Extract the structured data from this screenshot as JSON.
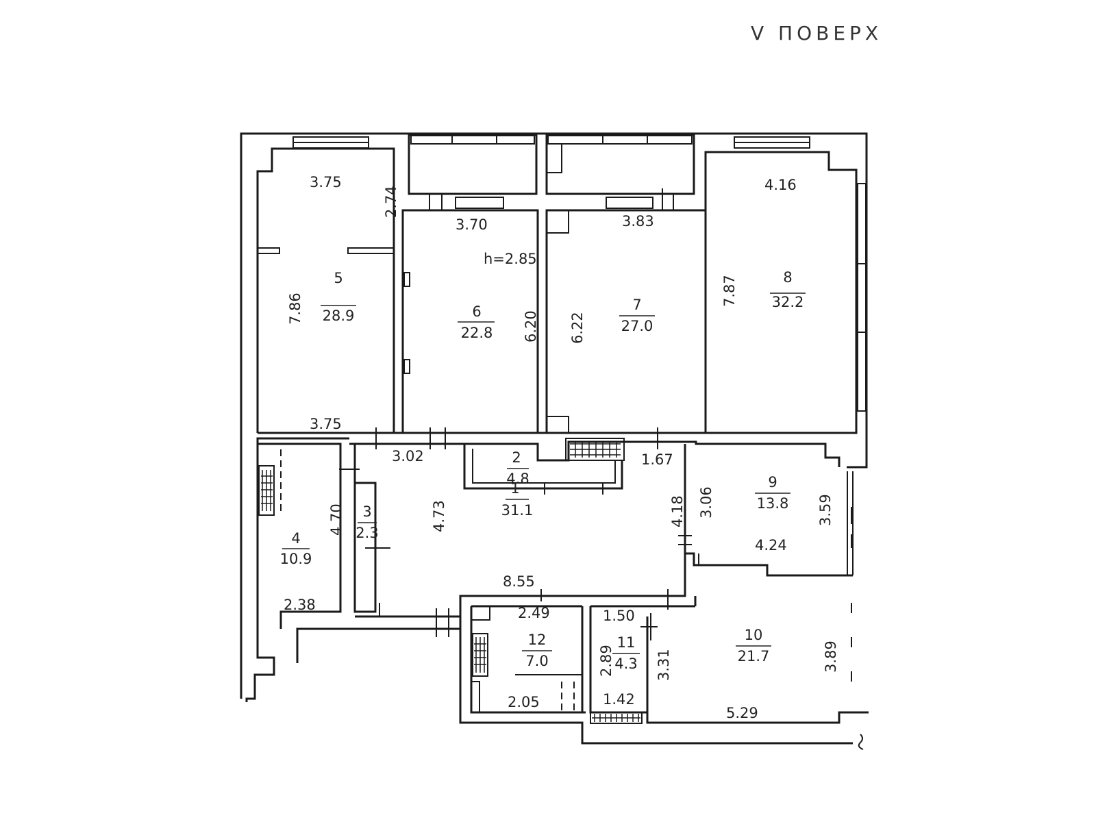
{
  "floor_title": "V ПОВЕРХ",
  "ceiling_height": "h=2.85",
  "rooms": [
    {
      "num": "1",
      "area": "31.1"
    },
    {
      "num": "2",
      "area": "4.8"
    },
    {
      "num": "3",
      "area": "2.3"
    },
    {
      "num": "4",
      "area": "10.9"
    },
    {
      "num": "5",
      "area": "28.9"
    },
    {
      "num": "6",
      "area": "22.8"
    },
    {
      "num": "7",
      "area": "27.0"
    },
    {
      "num": "8",
      "area": "32.2"
    },
    {
      "num": "9",
      "area": "13.8"
    },
    {
      "num": "10",
      "area": "21.7"
    },
    {
      "num": "11",
      "area": "4.3"
    },
    {
      "num": "12",
      "area": "7.0"
    }
  ],
  "dimensions": {
    "r5_top": "3.75",
    "r5_side_upper": "2.74",
    "r5_side": "7.86",
    "r5_bottom": "3.75",
    "r6_top": "3.70",
    "r6_side": "6.20",
    "r7_top": "3.83",
    "r7_side": "6.22",
    "r8_top": "4.16",
    "r8_side": "7.87",
    "r1_top": "3.02",
    "r1_side": "4.73",
    "r1_right": "4.18",
    "r1_bottom": "8.55",
    "r2_right": "1.67",
    "r4_side": "4.70",
    "r4_bottom": "2.38",
    "r9_left": "3.06",
    "r9_right": "3.59",
    "r9_bottom": "4.24",
    "r12_top": "2.49",
    "r12_bottom": "2.05",
    "r11_top": "1.50",
    "r11_left": "2.89",
    "r11_right": "3.31",
    "r11_bottom": "1.42",
    "r10_right": "3.89",
    "r10_bottom": "5.29"
  }
}
